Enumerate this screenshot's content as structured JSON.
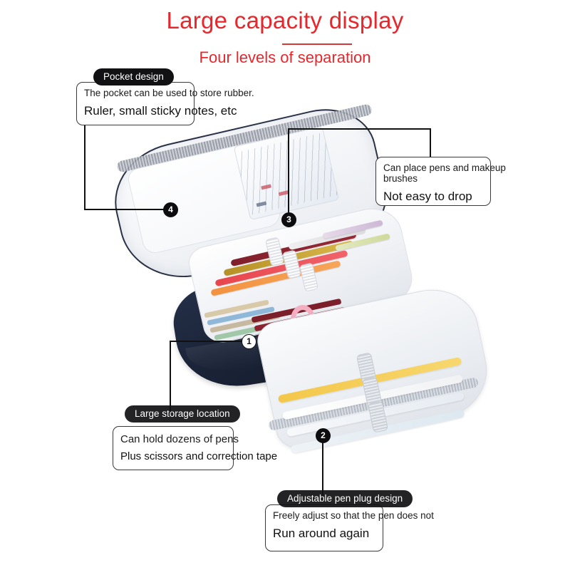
{
  "header": {
    "title": "Large capacity display",
    "subtitle": "Four levels of separation",
    "accent_color": "#e8272c"
  },
  "product": {
    "name": "multi-layer pencil case",
    "shell_color": "#1b2438",
    "lining_color": "#f2f4f7"
  },
  "callouts": [
    {
      "id": "pocket",
      "marker": "4",
      "marker_style": "dark",
      "badge": "Pocket design",
      "line1": "The pocket can be used to store rubber.",
      "line2": "Ruler, small sticky notes, etc"
    },
    {
      "id": "pen-slots",
      "marker": "3",
      "marker_style": "dark",
      "badge": "",
      "line1": "Can place pens and makeup brushes",
      "line2": "Not easy to drop"
    },
    {
      "id": "main-storage",
      "marker": "1",
      "marker_style": "light",
      "badge": "Large storage location",
      "line1": "Can hold dozens of pens",
      "line2": "Plus scissors and correction tape"
    },
    {
      "id": "pen-plug",
      "marker": "2",
      "marker_style": "dark",
      "badge": "Adjustable pen plug design",
      "line1": "Freely adjust so that the pen does not",
      "line2": "Run around again"
    }
  ]
}
